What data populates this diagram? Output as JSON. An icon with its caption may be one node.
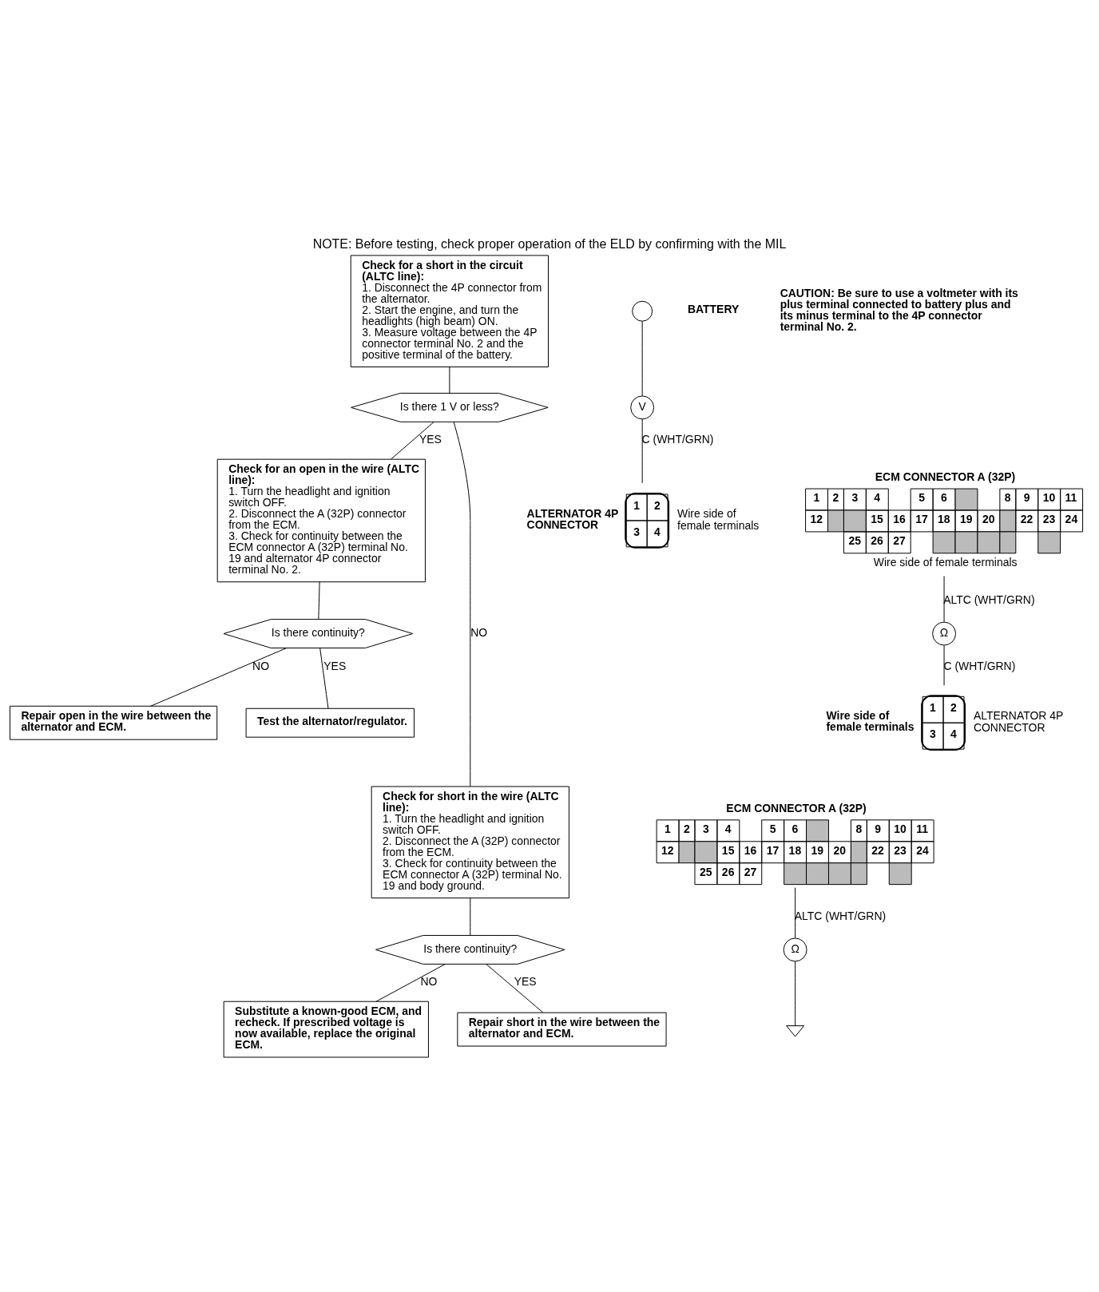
{
  "diagram": {
    "title": "NOTE: Before testing, check proper operation of the ELD by confirming with the MIL",
    "nodes": [
      {
        "text": [
          "Check for a short in the circuit (ALTC line):",
          "1. Disconnect the 4P connector from the alternator.",
          "2. Start the engine, and turn the headlights (high beam) ON.",
          "3. Measure voltage between the 4P connector terminal No. 2 and the positive terminal of the battery."
        ]
      },
      {
        "text": [
          "Is there 1 V or less?"
        ]
      },
      {
        "text": [
          "Check for an open in the wire (ALTC line):",
          "1. Turn the headlight and ignition switch OFF.",
          "2. Disconnect the A (32P) connector from the ECM.",
          "3. Check for continuity between the ECM connector A (32P) terminal No. 19 and alternator 4P connector terminal No. 2."
        ]
      },
      {
        "text": [
          "Is there continuity?"
        ]
      },
      {
        "text": [
          "Repair open in the wire between the alternator and ECM."
        ]
      },
      {
        "text": [
          "Test the alternator/regulator."
        ]
      },
      {
        "text": [
          "Check for short in the wire (ALTC line):",
          "1. Turn the headlight and ignition switch OFF.",
          "2. Disconnect the A (32P) connector from the ECM.",
          "3. Check for continuity between the ECM connector A (32P) terminal No. 19 and body ground."
        ]
      },
      {
        "text": [
          "Is there continuity?"
        ]
      },
      {
        "text": [
          "Substitute a known-good ECM, and recheck. If prescribed voltage is now available, replace the original ECM."
        ]
      },
      {
        "text": [
          "Repair short in the wire between the alternator and ECM."
        ]
      },
      {
        "text": [],
        "shape": "circle"
      },
      {
        "text": [
          "V"
        ]
      },
      {
        "text": [
          "1",
          "2",
          "3",
          "4"
        ],
        "beside": [
          "ALTERNATOR 4P CONNECTOR",
          "Wire side of female terminals"
        ]
      },
      {
        "text": [
          "ECM CONNECTOR A (32P)",
          "1",
          "2",
          "3",
          "4",
          "5",
          "6",
          "8",
          "9",
          "10",
          "11",
          "12",
          "15",
          "16",
          "17",
          "18",
          "19",
          "20",
          "22",
          "23",
          "24",
          "25",
          "26",
          "27"
        ],
        "beside": [
          "Wire side of female terminals"
        ]
      },
      {
        "text": [
          "Ω"
        ]
      },
      {
        "text": [
          "1",
          "2",
          "3",
          "4"
        ],
        "beside": [
          "Wire side of female terminals",
          "ALTERNATOR 4P CONNECTOR"
        ]
      },
      {
        "text": [
          "ECM CONNECTOR A (32P)",
          "1",
          "2",
          "3",
          "4",
          "5",
          "6",
          "8",
          "9",
          "10",
          "11",
          "12",
          "15",
          "16",
          "17",
          "18",
          "19",
          "20",
          "22",
          "23",
          "24",
          "25",
          "26",
          "27"
        ]
      },
      {
        "text": [
          "Ω"
        ]
      },
      {
        "text": [],
        "shape": "ground"
      }
    ],
    "edges": [
      {
        "from": 0,
        "to": 1,
        "arrow": "none"
      },
      {
        "from": 1,
        "to": 2,
        "arrow": "none",
        "label": "YES"
      },
      {
        "from": 1,
        "to": 6,
        "arrow": "none",
        "label": "NO"
      },
      {
        "from": 2,
        "to": 3,
        "arrow": "none"
      },
      {
        "from": 3,
        "to": 4,
        "arrow": "none",
        "label": "NO"
      },
      {
        "from": 3,
        "to": 5,
        "arrow": "none",
        "label": "YES"
      },
      {
        "from": 6,
        "to": 7,
        "arrow": "none"
      },
      {
        "from": 7,
        "to": 8,
        "arrow": "none",
        "label": "NO"
      },
      {
        "from": 7,
        "to": 9,
        "arrow": "none",
        "label": "YES"
      },
      {
        "from": 10,
        "to": 11,
        "arrow": "none"
      },
      {
        "from": 11,
        "to": 12,
        "arrow": "none",
        "label": "C (WHT/GRN)"
      },
      {
        "from": 13,
        "to": 14,
        "arrow": "none",
        "label": "ALTC (WHT/GRN)"
      },
      {
        "from": 14,
        "to": 15,
        "arrow": "none",
        "label": "C (WHT/GRN)"
      },
      {
        "from": 16,
        "to": 17,
        "arrow": "none",
        "label": "ALTC (WHT/GRN)"
      },
      {
        "from": 17,
        "to": 18,
        "arrow": "none"
      }
    ],
    "labels": [
      "BATTERY",
      "CAUTION: Be sure to use a voltmeter with its plus terminal connected to battery plus and its minus terminal to the 4P connector terminal No. 2."
    ]
  }
}
